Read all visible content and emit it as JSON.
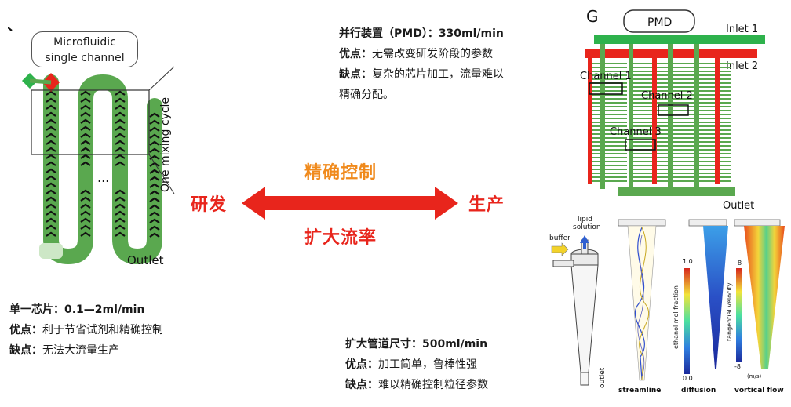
{
  "left_panel": {
    "callout": [
      "Microfluidic",
      "single channel"
    ],
    "cycle_label": "One mixing cycle",
    "ellipsis": "...",
    "outlet": "Outlet",
    "info": {
      "title": "单一芯片：0.1—2ml/min",
      "pro_label": "优点：",
      "pro_text": "利于节省试剂和精确控制",
      "con_label": "缺点：",
      "con_text": "无法大流量生产"
    }
  },
  "top_center": {
    "title": "并行装置（PMD）：330ml/min",
    "pro_label": "优点：",
    "pro_text": "无需改变研发阶段的参数",
    "con_label": "缺点：",
    "con_text": "复杂的芯片加工，流量难以",
    "con_text2": "精确分配。"
  },
  "arrow": {
    "top_label": "精确控制",
    "bottom_label": "扩大流率",
    "left_label": "研发",
    "right_label": "生产",
    "colors": {
      "arrow": "#e8251c",
      "text_orange": "#f08a1c"
    }
  },
  "bottom_center": {
    "title": "扩大管道尺寸：500ml/min",
    "pro_label": "优点：",
    "pro_text": "加工简单，鲁棒性强",
    "con_label": "缺点：",
    "con_text": "难以精确控制粒径参数"
  },
  "pmd_diagram": {
    "panel_letter": "G",
    "box_label": "PMD",
    "inlet1": "Inlet 1",
    "inlet2": "Inlet 2",
    "channel1": "Channel 1",
    "channel2": "Channel 2",
    "channel3": "Channel 3",
    "outlet": "Outlet"
  },
  "flow_sim": {
    "lipid_label_1": "lipid",
    "lipid_label_2": "solution",
    "buffer_label": "buffer",
    "outlet_label": "outlet",
    "streamline": "streamline",
    "diffusion": "diffusion",
    "vortical": "vortical flow",
    "ethanol_axis": "ethanol mol fraction",
    "ethanol_max": "1.0",
    "ethanol_min": "0.0",
    "tangential_axis": "tangential velocity",
    "tangential_max": "8",
    "tangential_min": "-8",
    "units": "(m/s)"
  }
}
